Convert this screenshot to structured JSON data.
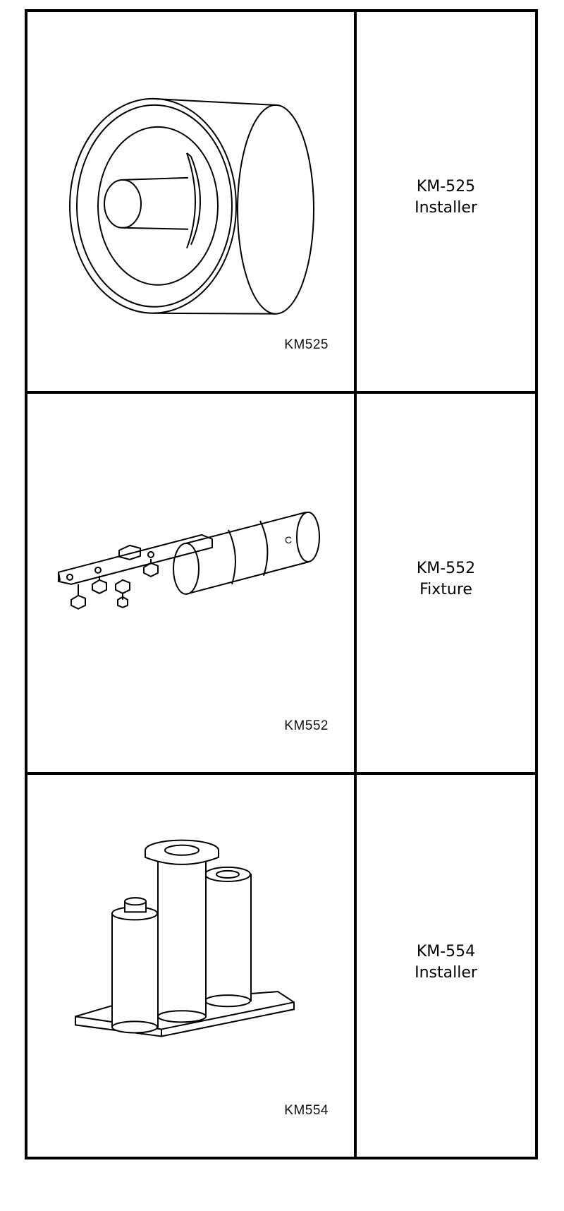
{
  "tools": [
    {
      "code": "KM-525",
      "name": "Installer",
      "image_caption": "KM525",
      "illustration": "cylindrical-installer-icon"
    },
    {
      "code": "KM-552",
      "name": "Fixture",
      "image_caption": "KM552",
      "illustration": "fixture-bar-cylinder-icon"
    },
    {
      "code": "KM-554",
      "name": "Installer",
      "image_caption": "KM554",
      "illustration": "three-post-installer-icon"
    }
  ]
}
